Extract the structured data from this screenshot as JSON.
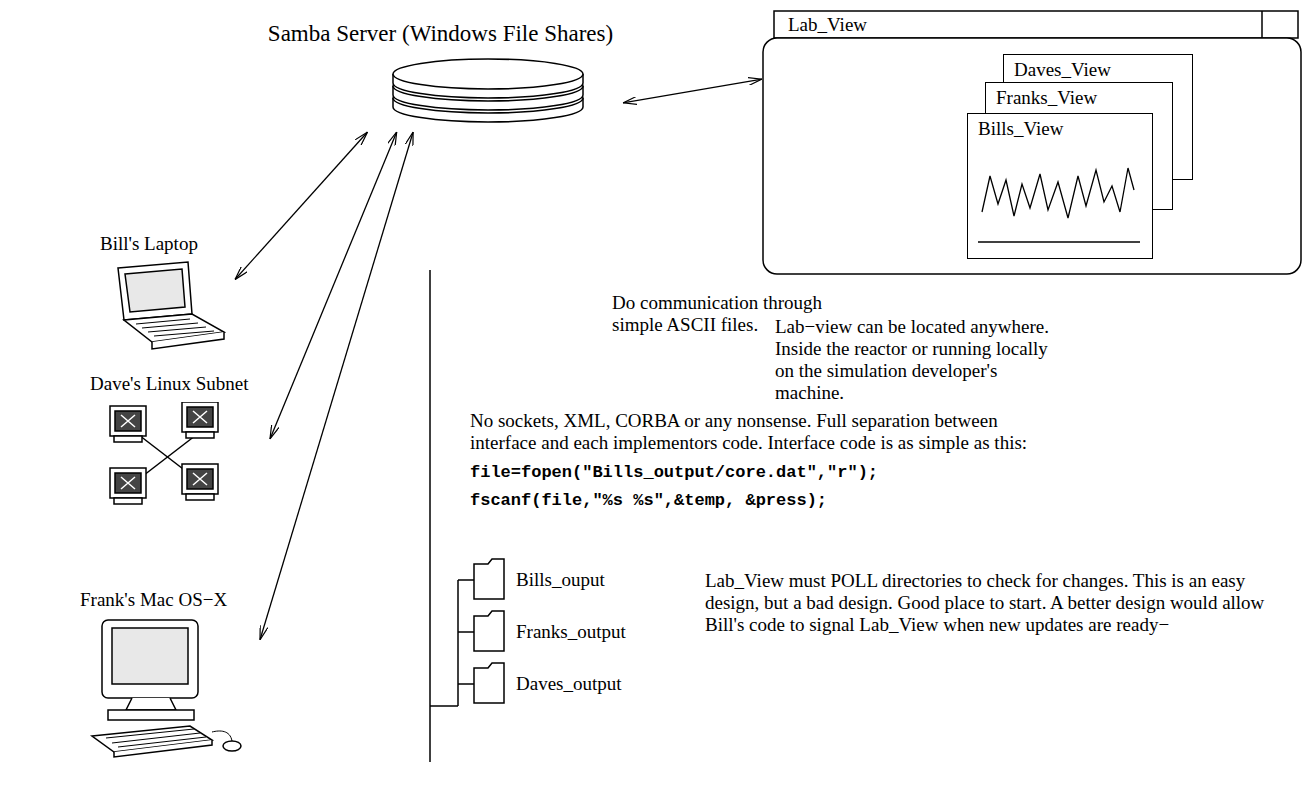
{
  "diagram": {
    "nodes": [
      {
        "text": [
          "Samba Server (Windows File Shares)"
        ]
      },
      {
        "text": [
          "Lab_View"
        ]
      },
      {
        "text": [
          "Daves_View"
        ],
        "in": 1
      },
      {
        "text": [
          "Franks_View"
        ],
        "in": 1
      },
      {
        "text": [
          "Bills_View"
        ],
        "in": 1
      },
      {
        "text": [
          "Bill's Laptop"
        ]
      },
      {
        "text": [
          "Dave's Linux Subnet"
        ]
      },
      {
        "text": [
          "Frank's Mac OS−X"
        ]
      }
    ],
    "edges": [
      {
        "from": 5,
        "to": 0,
        "arrow": "both"
      },
      {
        "from": 6,
        "to": 0,
        "arrow": "both"
      },
      {
        "from": 7,
        "to": 0,
        "arrow": "both"
      },
      {
        "from": 0,
        "to": 1,
        "arrow": "both"
      }
    ],
    "labels": [
      "Do communication through simple ASCII files.",
      "Lab−view can be located anywhere. Inside the reactor or running locally on the simulation developer's machine.",
      "No sockets, XML, CORBA or any nonsense. Full separation between interface and each implementors code. Interface code is as simple as this:",
      "file=fopen(\"Bills_output/core.dat\",\"r\");",
      "fscanf(file,\"%s %s\",&temp, &press);",
      "Bills_ouput",
      "Franks_output",
      "Daves_output",
      "Lab_View must POLL directories to check for changes. This is an easy design, but a bad design. Good place to start. A better design would allow Bill's code to signal Lab_View when new updates are ready−"
    ]
  }
}
